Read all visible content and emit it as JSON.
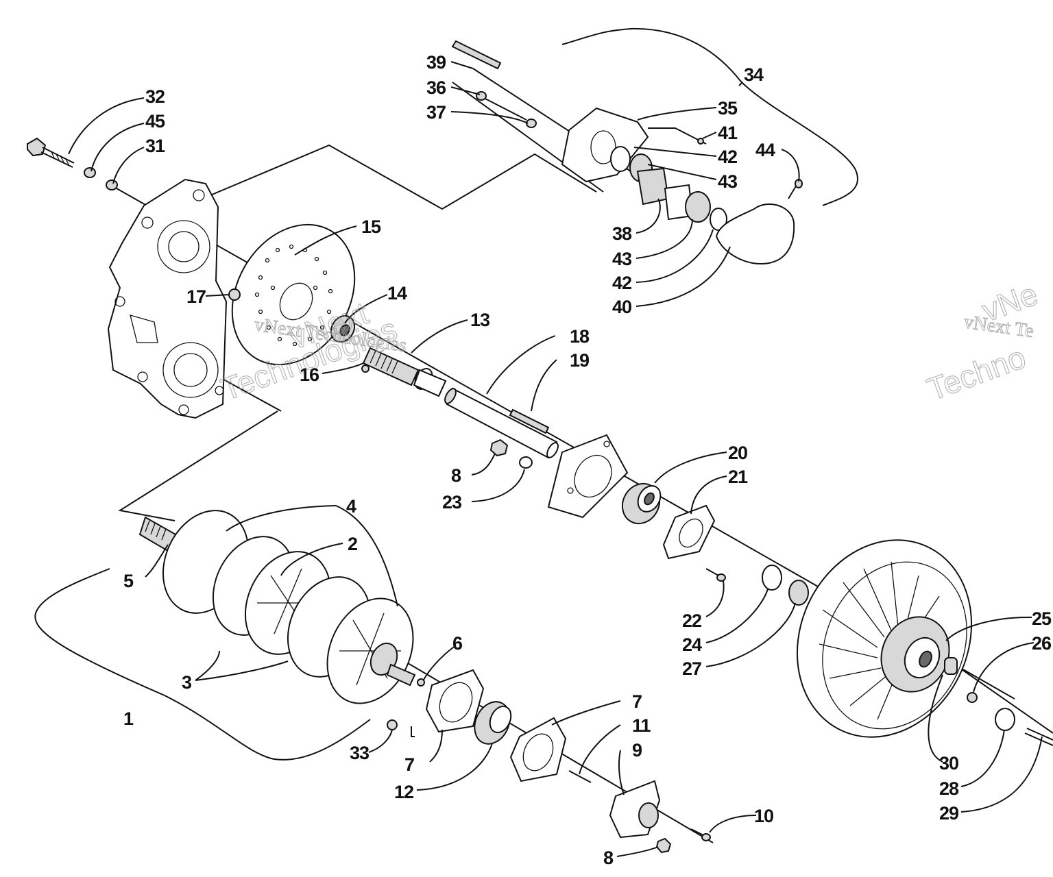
{
  "diagram": {
    "callouts": [
      {
        "id": "c32",
        "text": "32"
      },
      {
        "id": "c45",
        "text": "45"
      },
      {
        "id": "c31",
        "text": "31"
      },
      {
        "id": "c39",
        "text": "39"
      },
      {
        "id": "c36",
        "text": "36"
      },
      {
        "id": "c37",
        "text": "37"
      },
      {
        "id": "c34",
        "text": "34"
      },
      {
        "id": "c35",
        "text": "35"
      },
      {
        "id": "c41",
        "text": "41"
      },
      {
        "id": "c42a",
        "text": "42"
      },
      {
        "id": "c43a",
        "text": "43"
      },
      {
        "id": "c44",
        "text": "44"
      },
      {
        "id": "c38",
        "text": "38"
      },
      {
        "id": "c43b",
        "text": "43"
      },
      {
        "id": "c42b",
        "text": "42"
      },
      {
        "id": "c40",
        "text": "40"
      },
      {
        "id": "c15",
        "text": "15"
      },
      {
        "id": "c17",
        "text": "17"
      },
      {
        "id": "c14",
        "text": "14"
      },
      {
        "id": "c13",
        "text": "13"
      },
      {
        "id": "c16",
        "text": "16"
      },
      {
        "id": "c18",
        "text": "18"
      },
      {
        "id": "c19",
        "text": "19"
      },
      {
        "id": "c8a",
        "text": "8"
      },
      {
        "id": "c23",
        "text": "23"
      },
      {
        "id": "c20",
        "text": "20"
      },
      {
        "id": "c21",
        "text": "21"
      },
      {
        "id": "c4",
        "text": "4"
      },
      {
        "id": "c2",
        "text": "2"
      },
      {
        "id": "c5",
        "text": "5"
      },
      {
        "id": "c22",
        "text": "22"
      },
      {
        "id": "c24",
        "text": "24"
      },
      {
        "id": "c27",
        "text": "27"
      },
      {
        "id": "c25",
        "text": "25"
      },
      {
        "id": "c26",
        "text": "26"
      },
      {
        "id": "c6",
        "text": "6"
      },
      {
        "id": "c3",
        "text": "3"
      },
      {
        "id": "c1",
        "text": "1"
      },
      {
        "id": "c7a",
        "text": "7"
      },
      {
        "id": "c11",
        "text": "11"
      },
      {
        "id": "c9",
        "text": "9"
      },
      {
        "id": "c33",
        "text": "33"
      },
      {
        "id": "c7b",
        "text": "7"
      },
      {
        "id": "c12",
        "text": "12"
      },
      {
        "id": "c30",
        "text": "30"
      },
      {
        "id": "c28",
        "text": "28"
      },
      {
        "id": "c29",
        "text": "29"
      },
      {
        "id": "c10",
        "text": "10"
      },
      {
        "id": "c8b",
        "text": "8"
      }
    ],
    "watermarks": [
      {
        "id": "wm1",
        "text": "vNext Technologies"
      },
      {
        "id": "wm2",
        "text": "vNext"
      },
      {
        "id": "wm3",
        "text": "Technologies"
      },
      {
        "id": "wm4",
        "text": "vNext Te"
      },
      {
        "id": "wm5",
        "text": "vNe"
      },
      {
        "id": "wm6",
        "text": "Techno"
      }
    ]
  }
}
